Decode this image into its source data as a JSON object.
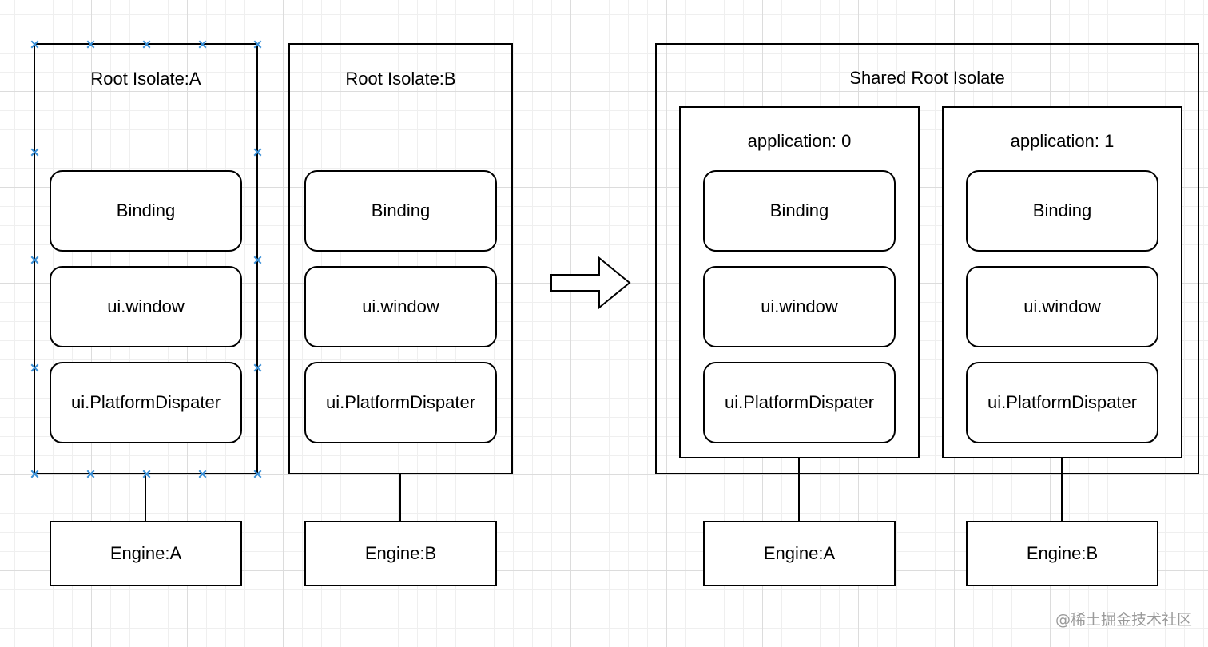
{
  "left_a": {
    "title": "Root Isolate:A",
    "items": [
      "Binding",
      "ui.window",
      "ui.PlatformDispater"
    ],
    "engine": "Engine:A"
  },
  "left_b": {
    "title": "Root Isolate:B",
    "items": [
      "Binding",
      "ui.window",
      "ui.PlatformDispater"
    ],
    "engine": "Engine:B"
  },
  "shared": {
    "title": "Shared Root Isolate",
    "apps": [
      {
        "title": "application: 0",
        "items": [
          "Binding",
          "ui.window",
          "ui.PlatformDispater"
        ],
        "engine": "Engine:A"
      },
      {
        "title": "application: 1",
        "items": [
          "Binding",
          "ui.window",
          "ui.PlatformDispater"
        ],
        "engine": "Engine:B"
      }
    ]
  },
  "watermark": "@稀土掘金技术社区"
}
